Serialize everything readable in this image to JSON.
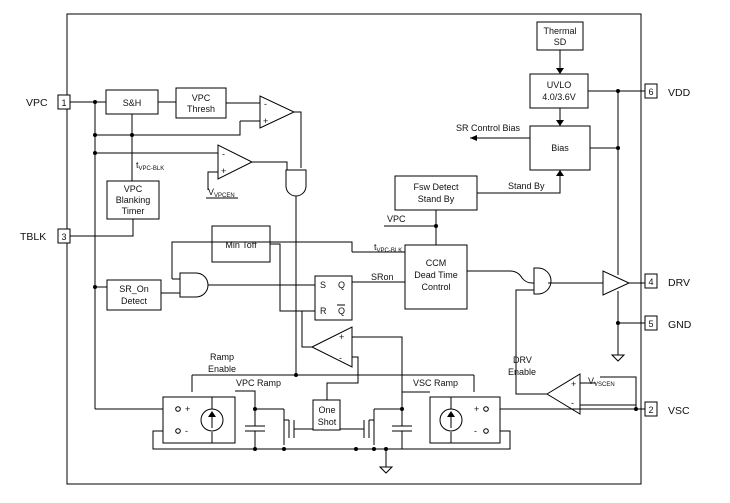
{
  "pins": {
    "vpc": {
      "name": "VPC",
      "num": "1"
    },
    "vsc": {
      "name": "VSC",
      "num": "2"
    },
    "tblk": {
      "name": "TBLK",
      "num": "3"
    },
    "drv": {
      "name": "DRV",
      "num": "4"
    },
    "gnd": {
      "name": "GND",
      "num": "5"
    },
    "vdd": {
      "name": "VDD",
      "num": "6"
    }
  },
  "blocks": {
    "thermal": {
      "line1": "Thermal",
      "line2": "SD"
    },
    "uvlo": {
      "line1": "UVLO",
      "line2": "4.0/3.6V"
    },
    "bias": {
      "label": "Bias"
    },
    "fsw": {
      "line1": "Fsw Detect",
      "line2": "Stand By"
    },
    "sh": {
      "label": "S&H"
    },
    "vpc_thresh": {
      "line1": "VPC",
      "line2": "Thresh"
    },
    "blanking": {
      "line1": "VPC",
      "line2": "Blanking",
      "line3": "Timer"
    },
    "min_toff": {
      "label": "Min Toff"
    },
    "sr_on_detect": {
      "line1": "SR_On",
      "line2": "Detect"
    },
    "ccm": {
      "line1": "CCM",
      "line2": "Dead Time",
      "line3": "Control"
    },
    "one_shot": {
      "line1": "One",
      "line2": "Shot"
    },
    "latch": {
      "s": "S",
      "q": "Q",
      "r": "R",
      "qbar": "Q"
    }
  },
  "labels": {
    "sr_control_bias": "SR Control Bias",
    "stand_by": "Stand By",
    "vpc": "VPC",
    "t_main": "t",
    "t_sub": "VPC-BLK",
    "ccm_t_main": "t",
    "ccm_t_sub": "VPC-BLK",
    "sron": "SRon",
    "ramp_enable_1": "Ramp",
    "ramp_enable_2": "Enable",
    "vpc_ramp": "VPC Ramp",
    "vsc_ramp": "VSC Ramp",
    "drv_enable_1": "DRV",
    "drv_enable_2": "Enable",
    "vvpcen_main": "V",
    "vvpcen_sub": "VPCEN",
    "vvscen_main": "V",
    "vvscen_sub": "VSCEN",
    "plus": "+",
    "minus": "-"
  }
}
